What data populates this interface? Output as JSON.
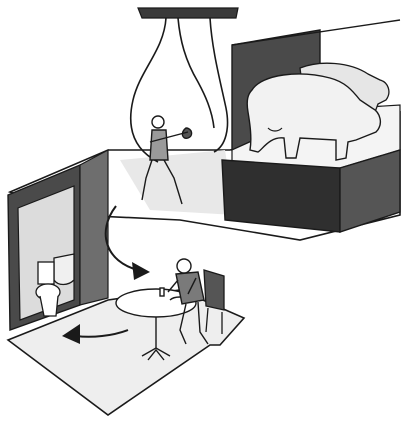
{
  "illustration": {
    "style": "black-and-white hand-drawn ink sketch with grey wash",
    "colors": {
      "paper": "#ffffff",
      "ink": "#1a1a1a",
      "wall_dark": "#3a3a3a",
      "wall_mid": "#6e6e6e",
      "floor_light": "#eeeeee",
      "cow_light": "#f2f2f2"
    },
    "subjects": [
      "ceiling-beam",
      "bottle-shaped-pipe",
      "guitarist",
      "cow-pen",
      "cow-front",
      "cow-back",
      "bathroom-corner",
      "toilet",
      "sink",
      "dining-table",
      "diner",
      "chair",
      "arrow-down",
      "arrow-left"
    ]
  }
}
